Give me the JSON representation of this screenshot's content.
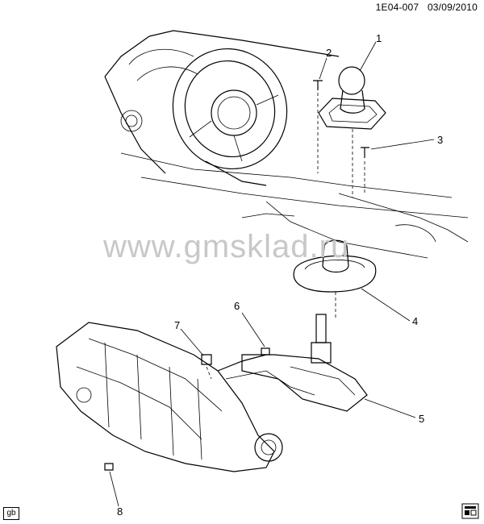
{
  "header": {
    "code": "1E04-007",
    "date": "03/09/2010"
  },
  "watermark": "www.gmsklad.ru",
  "callouts": [
    "1",
    "2",
    "3",
    "4",
    "5",
    "6",
    "7",
    "8"
  ],
  "corner_tag": "gb"
}
